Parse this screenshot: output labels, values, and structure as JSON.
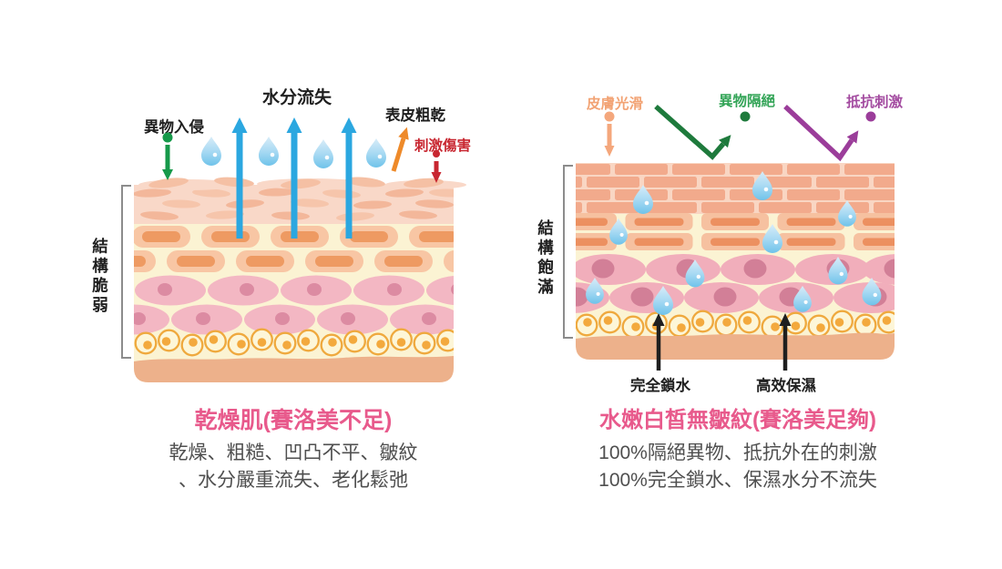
{
  "colors": {
    "title_pink": "#e85a8c",
    "body_gray": "#4f4f4f",
    "black": "#1f1f1f",
    "blue_arrow": "#2ba7e0",
    "green_left": "#16994a",
    "green_dark_right": "#1e7a3c",
    "green_text_right": "#33a457",
    "orange_arrow_left": "#ee8a2a",
    "orange_soft_right": "#f4a77c",
    "red": "#c82630",
    "purple": "#9b3d9a",
    "bracket_gray": "#8c8c8c",
    "skin_cream": "#fbf3d3",
    "skin_flaky_bg": "#f9d8c8",
    "skin_brick": "#f2aa8c",
    "skin_pink_cell": "#f3b7c3",
    "skin_tan_bottom": "#edb18b"
  },
  "left": {
    "water_loss": "水分流失",
    "foreign_invasion": "異物入侵",
    "rough_epidermis": "表皮粗乾",
    "irritation_damage": "刺激傷害",
    "bracket_label": "結構脆弱",
    "title": "乾燥肌(賽洛美不足)",
    "desc_line1": "乾燥、粗糙、凹凸不平、皺紋",
    "desc_line2": "、水分嚴重流失、老化鬆弛"
  },
  "right": {
    "smooth_skin": "皮膚光滑",
    "foreign_blocked": "異物隔絕",
    "resist_irritation": "抵抗刺激",
    "lock_water": "完全鎖水",
    "moisturize": "高效保濕",
    "bracket_label": "結構飽滿",
    "title": "水嫩白皙無皺紋(賽洛美足夠)",
    "desc_line1": "100%隔絕異物、抵抗外在的刺激",
    "desc_line2": "100%完全鎖水、保濕水分不流失"
  }
}
